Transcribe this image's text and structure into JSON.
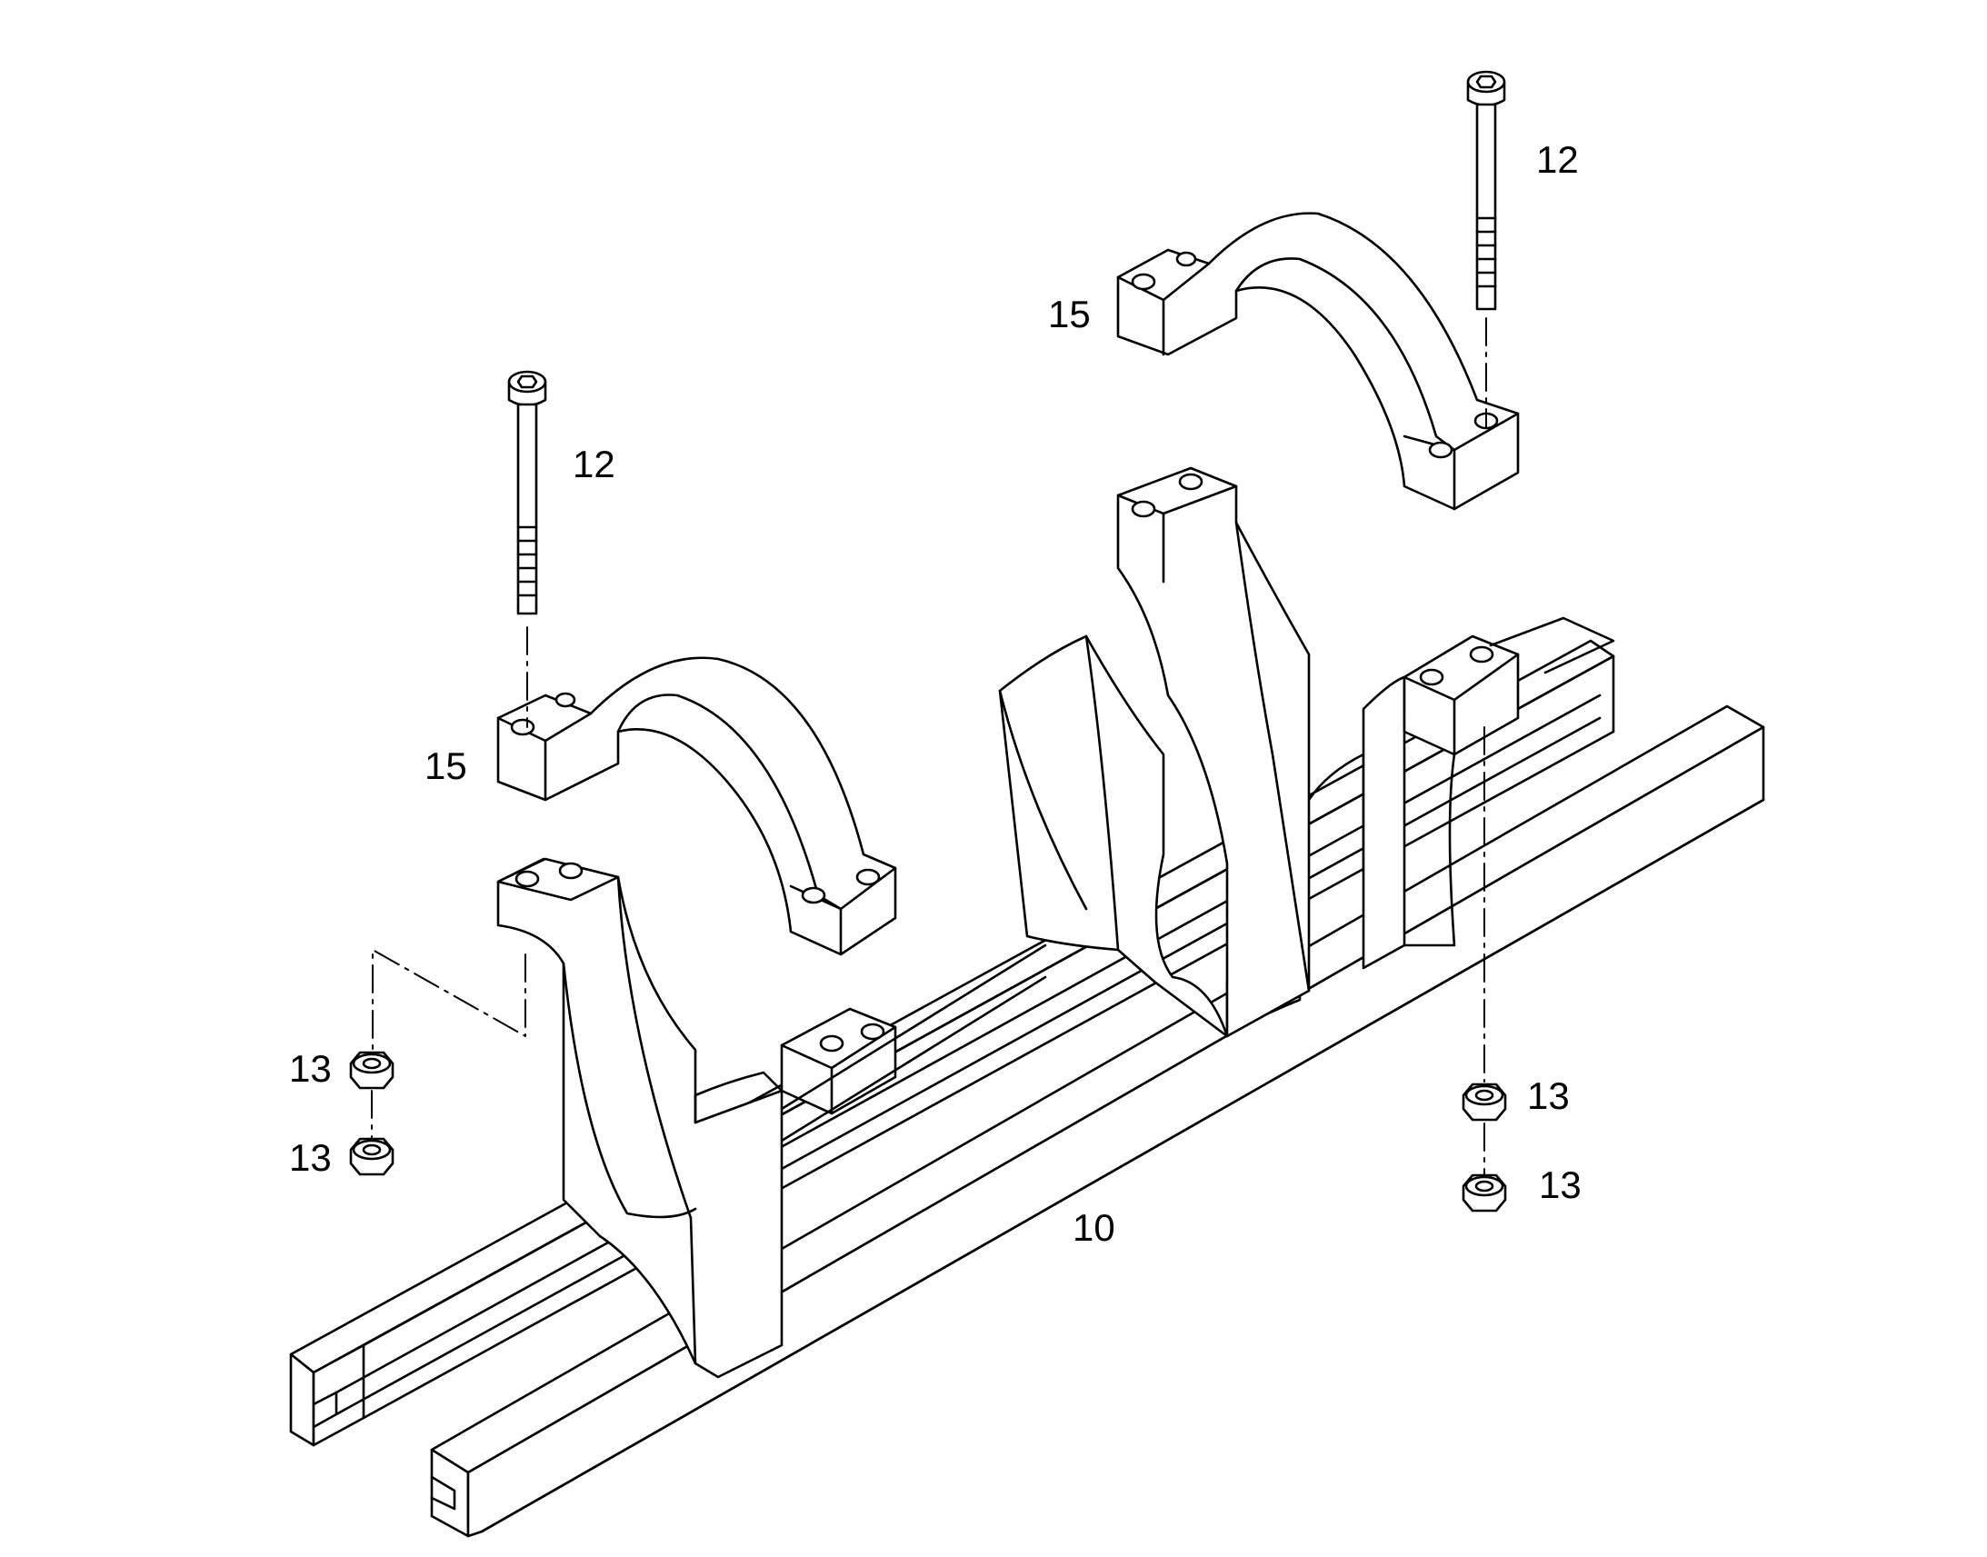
{
  "diagram": {
    "line_color": "#000000",
    "background": "#ffffff",
    "callouts": [
      {
        "id": "c12a",
        "text": "12"
      },
      {
        "id": "c12b",
        "text": "12"
      },
      {
        "id": "c15a",
        "text": "15"
      },
      {
        "id": "c15b",
        "text": "15"
      },
      {
        "id": "c13a",
        "text": "13"
      },
      {
        "id": "c13b",
        "text": "13"
      },
      {
        "id": "c13c",
        "text": "13"
      },
      {
        "id": "c13d",
        "text": "13"
      },
      {
        "id": "c10",
        "text": "10"
      }
    ]
  }
}
